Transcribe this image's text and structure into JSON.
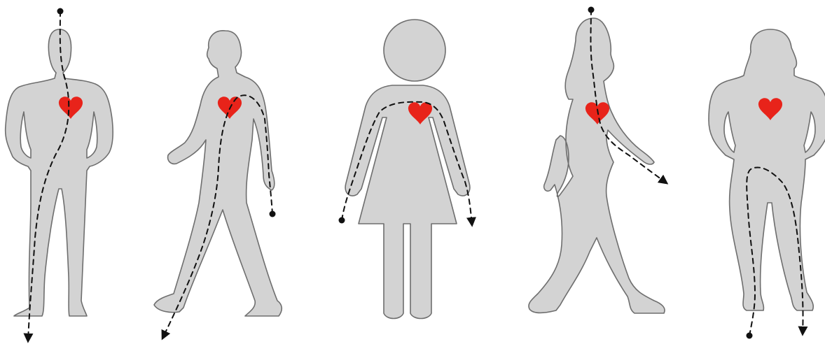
{
  "colors": {
    "figure_fill": "#d3d3d3",
    "figure_stroke": "#6e6e6e",
    "heart": "#e8231a",
    "path": "#111111"
  },
  "figures": [
    {
      "kind": "man-standing-front",
      "icon": "heart-icon",
      "route": "head-to-left-foot"
    },
    {
      "kind": "man-walking-side",
      "icon": "heart-icon",
      "route": "right-hand-to-left-foot"
    },
    {
      "kind": "woman-restroom-symbol",
      "icon": "heart-icon",
      "route": "left-hand-to-right-hand"
    },
    {
      "kind": "woman-walking-side",
      "icon": "heart-icon",
      "route": "head-to-hand"
    },
    {
      "kind": "woman-standing-front",
      "icon": "heart-icon",
      "route": "left-foot-to-right-foot"
    }
  ]
}
